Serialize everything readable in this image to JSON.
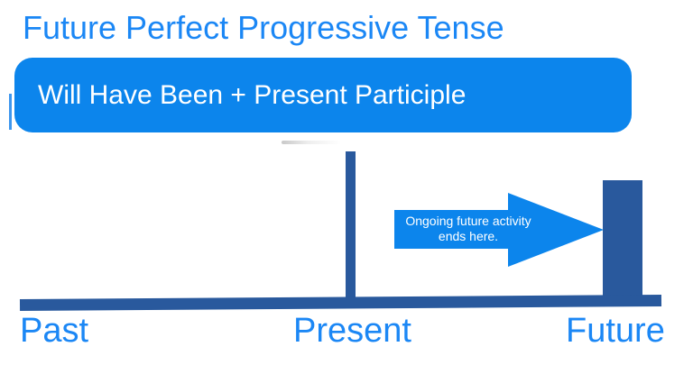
{
  "title": "Future Perfect Progressive Tense",
  "formula_box": {
    "label": "Will Have Been + Present Participle"
  },
  "annotation_arrow": {
    "line1": "Ongoing future activity",
    "line2": "ends here."
  },
  "timeline": {
    "labels": {
      "past": "Past",
      "present": "Present",
      "future": "Future"
    }
  },
  "colors": {
    "bright_blue": "#0c85ec",
    "navy": "#29599d",
    "label_blue": "#1b87f5",
    "arrow_text_white": "#ffffff"
  }
}
